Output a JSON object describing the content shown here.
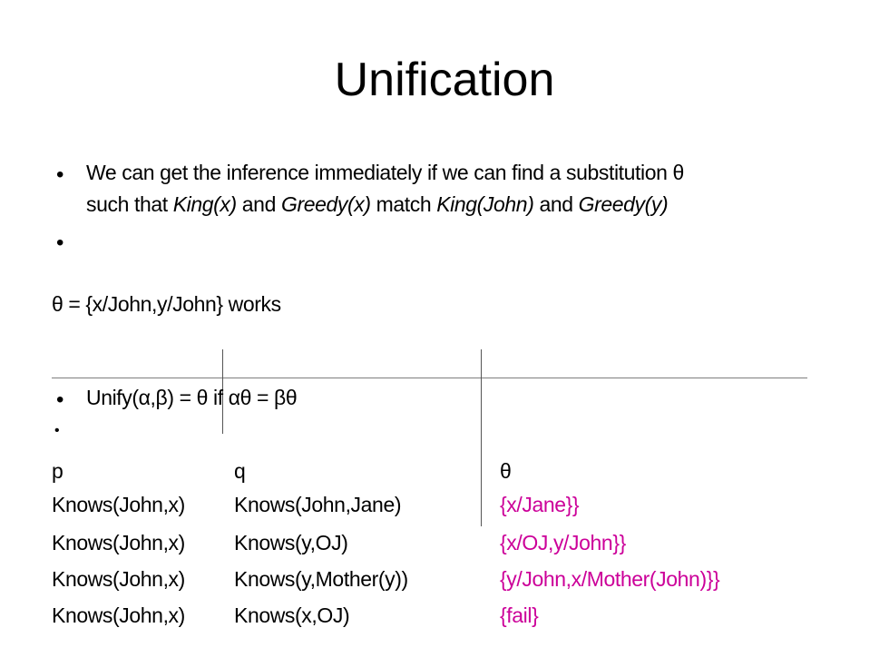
{
  "slide": {
    "title": "Unification",
    "bullet1": {
      "segments": [
        {
          "text": "We can get the inference immediately if we can find a substitution θ",
          "italic": false
        }
      ],
      "line2": [
        {
          "text": "such that ",
          "italic": false
        },
        {
          "text": "King(x)",
          "italic": true
        },
        {
          "text": " and ",
          "italic": false
        },
        {
          "text": "Greedy(x)",
          "italic": true
        },
        {
          "text": " match ",
          "italic": false
        },
        {
          "text": "King(John)",
          "italic": true
        },
        {
          "text": " and ",
          "italic": false
        },
        {
          "text": "Greedy(y)",
          "italic": true
        }
      ]
    },
    "bullet_char": "•",
    "substitution_line": "θ = {x/John,y/John} works",
    "unify_line": "Unify(α,β) = θ if αθ = βθ",
    "table": {
      "headers": [
        "p",
        "q",
        "θ"
      ],
      "rows": [
        [
          "Knows(John,x)",
          "Knows(John,Jane)",
          "{x/Jane}}"
        ],
        [
          "Knows(John,x)",
          "Knows(y,OJ)",
          "{x/OJ,y/John}}"
        ],
        [
          "Knows(John,x)",
          "Knows(y,Mother(y))",
          "{y/John,x/Mother(John)}}"
        ],
        [
          "Knows(John,x)",
          "Knows(x,OJ)",
          "{fail}"
        ]
      ],
      "result_color": "#cc0099"
    }
  }
}
